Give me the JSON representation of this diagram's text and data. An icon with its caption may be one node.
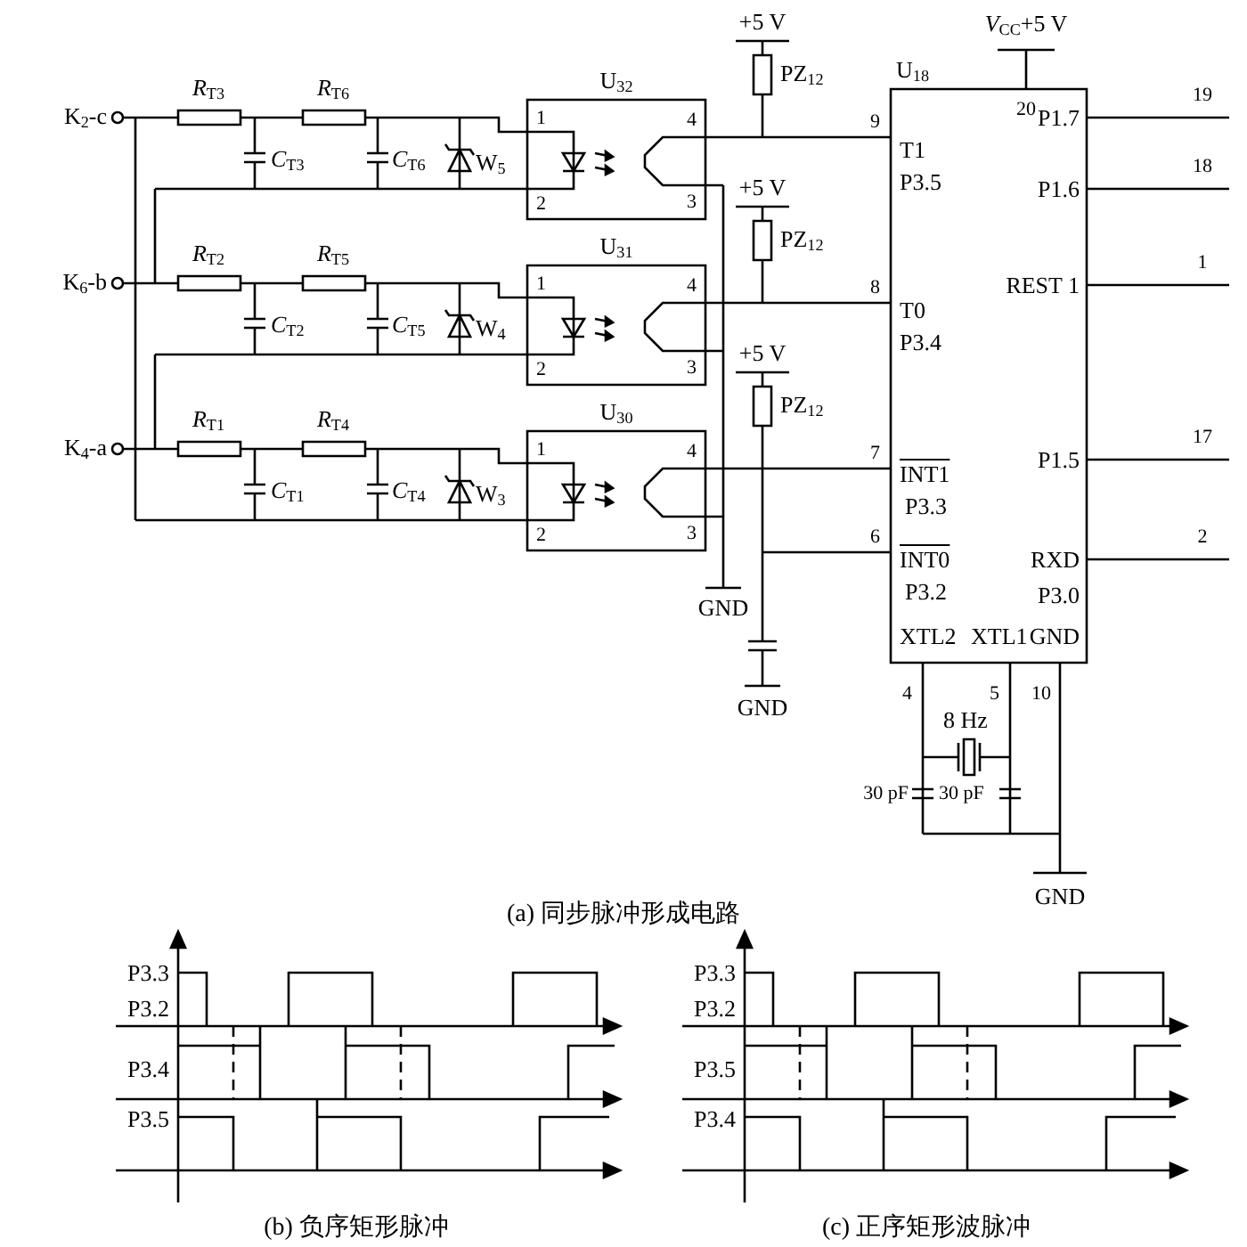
{
  "diagram": {
    "labels": [
      "K$_{2}$-c",
      "*R*$_{T3}$",
      "*R*$_{T6}$",
      "*C*$_{T3}$",
      "*C*$_{T6}$",
      "W$_{5}$",
      "U$_{32}$",
      "1",
      "4",
      "2",
      "3",
      "K$_{6}$-b",
      "*R*$_{T2}$",
      "*R*$_{T5}$",
      "*C*$_{T2}$",
      "*C*$_{T5}$",
      "W$_{4}$",
      "U$_{31}$",
      "1",
      "4",
      "2",
      "3",
      "K$_{4}$-a",
      "*R*$_{T1}$",
      "*R*$_{T4}$",
      "*C*$_{T1}$",
      "*C*$_{T4}$",
      "W$_{3}$",
      "U$_{30}$",
      "1",
      "4",
      "2",
      "3",
      "+5 V",
      "PZ$_{12}$",
      "+5 V",
      "PZ$_{12}$",
      "+5 V",
      "PZ$_{12}$",
      "U$_{18}$",
      "*V*$_{CC}$+5 V",
      "20",
      "9",
      "T1",
      "P3.5",
      "19",
      "P1.7",
      "18",
      "P1.6",
      "8",
      "T0",
      "P3.4",
      "1",
      "REST 1",
      "7",
      "INT1",
      "P3.3",
      "17",
      "P1.5",
      "6",
      "INT0",
      "P3.2",
      "2",
      "RXD",
      "P3.0",
      "GND",
      "XTL2",
      "XTL1",
      "GND",
      "GND",
      "4",
      "5",
      "10",
      "8 Hz",
      "30 pF",
      "30 pF",
      "GND",
      "(a) 同步脉冲形成电路",
      "P3.3",
      "P3.2",
      "P3.4",
      "P3.5",
      "(b) 负序矩形脉冲",
      "P3.3",
      "P3.2",
      "P3.5",
      "P3.4",
      "(c) 正序矩形波脉冲"
    ]
  }
}
